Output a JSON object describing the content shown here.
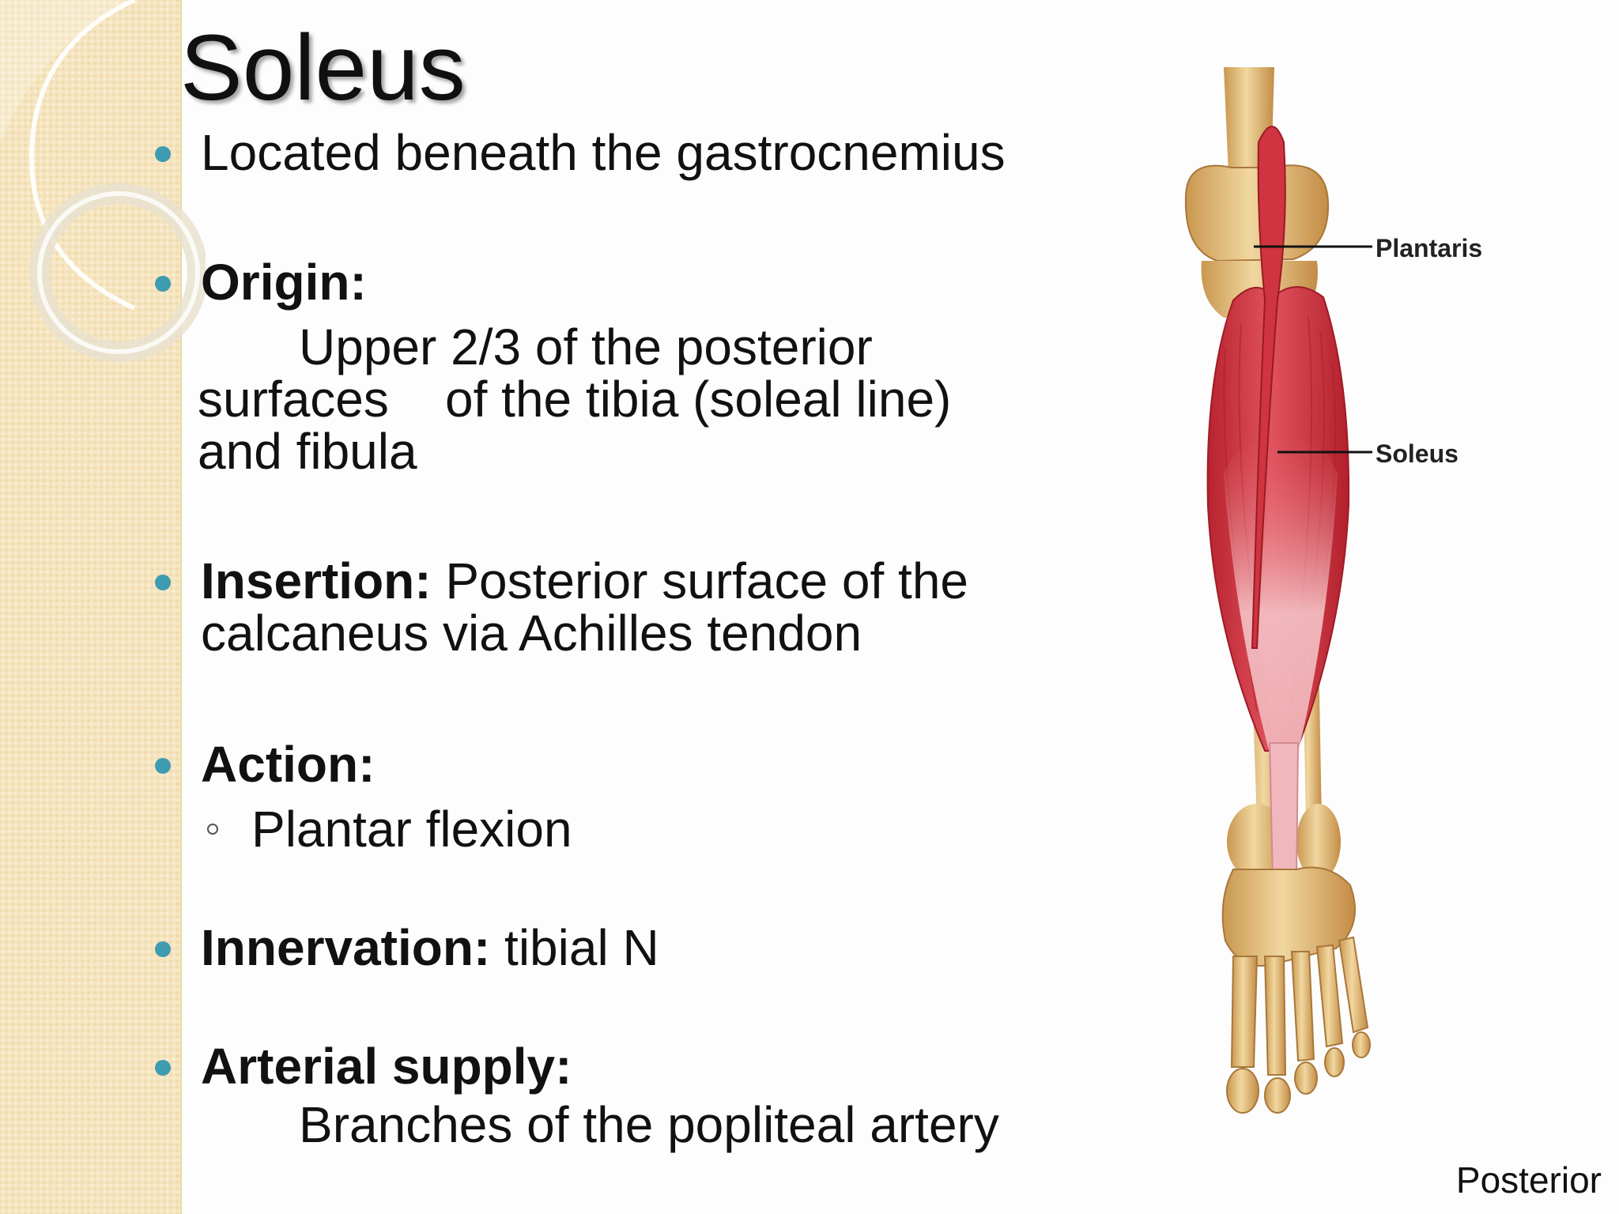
{
  "slide": {
    "title": "Soleus",
    "bullets": {
      "located": "Located beneath the gastrocnemius",
      "origin_label": "Origin:",
      "origin_lines": [
        "Upper 2/3 of the posterior",
        "surfaces    of the tibia (soleal line)",
        "and fibula"
      ],
      "insertion_label": "Insertion:",
      "insertion_line1": " Posterior surface of the",
      "insertion_line2": "calcaneus via Achilles tendon",
      "action_label": "Action:",
      "action_sub": "Plantar flexion",
      "innervation_label": "Innervation:",
      "innervation_value": " tibial N",
      "arterial_label": "Arterial supply:",
      "arterial_value": "Branches of the popliteal artery"
    }
  },
  "figure": {
    "labels": {
      "plantaris": "Plantaris",
      "soleus": "Soleus"
    },
    "caption": "Posterior"
  },
  "colors": {
    "bullet": "#3f9bb0",
    "band": "#f5e4bd",
    "muscle": "#d8404c",
    "bone": "#e3bf7a"
  }
}
